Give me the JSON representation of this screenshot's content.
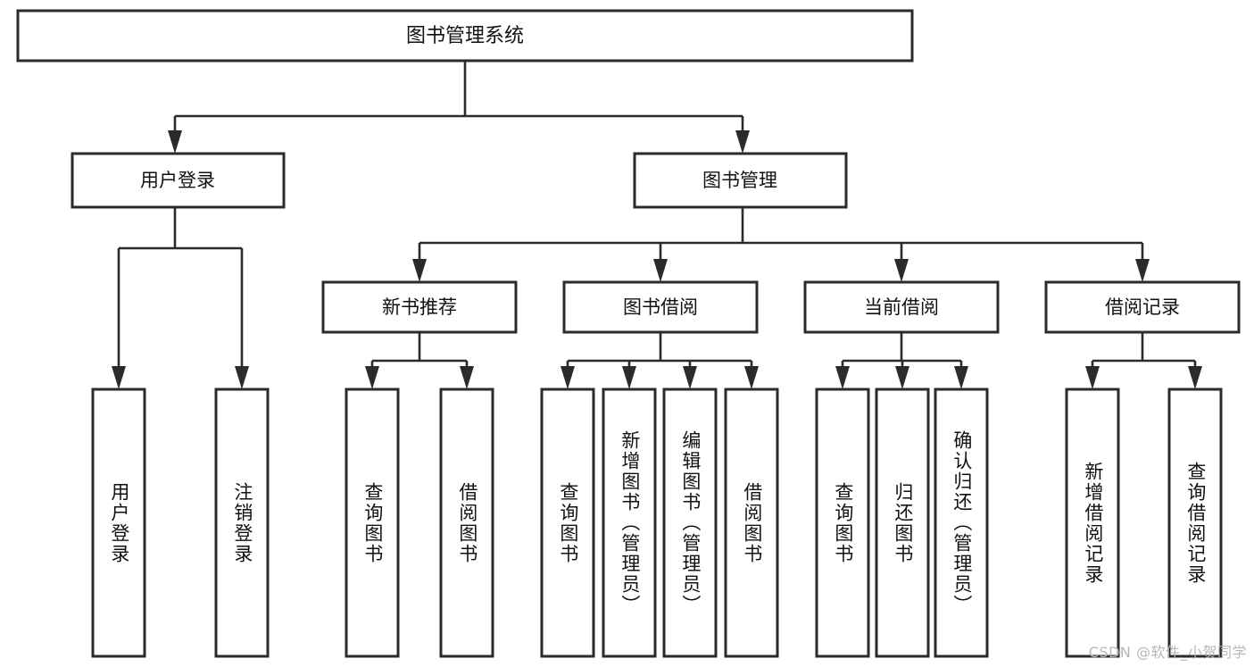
{
  "diagram": {
    "type": "tree",
    "title": "图书管理系统",
    "watermark": "CSDN @软件_小贺同学",
    "colors": {
      "box_stroke": "#2b2b2b",
      "box_fill": "#ffffff",
      "text": "#111111",
      "background": "#ffffff",
      "watermark": "#b7b7b7"
    },
    "nodes": {
      "root": {
        "label": "图书管理系统"
      },
      "level2": [
        {
          "id": "user-login",
          "label": "用户登录"
        },
        {
          "id": "book-manage",
          "label": "图书管理"
        }
      ],
      "level3": [
        {
          "id": "new-book-recommend",
          "label": "新书推荐"
        },
        {
          "id": "book-borrow",
          "label": "图书借阅"
        },
        {
          "id": "current-borrow",
          "label": "当前借阅"
        },
        {
          "id": "borrow-record",
          "label": "借阅记录"
        }
      ],
      "leaves": {
        "user_login": [
          {
            "id": "leaf-user-login",
            "label": "用户登录"
          },
          {
            "id": "leaf-user-logout",
            "label": "注销登录"
          }
        ],
        "new_book_recommend": [
          {
            "id": "leaf-query-book-1",
            "label": "查询图书"
          },
          {
            "id": "leaf-borrow-book-1",
            "label": "借阅图书"
          }
        ],
        "book_borrow": [
          {
            "id": "leaf-query-book-2",
            "label": "查询图书"
          },
          {
            "id": "leaf-add-book",
            "label": "新增图书（管理员）"
          },
          {
            "id": "leaf-edit-book",
            "label": "编辑图书（管理员）"
          },
          {
            "id": "leaf-borrow-book-2",
            "label": "借阅图书"
          }
        ],
        "current_borrow": [
          {
            "id": "leaf-query-book-3",
            "label": "查询图书"
          },
          {
            "id": "leaf-return-book",
            "label": "归还图书"
          },
          {
            "id": "leaf-confirm-return",
            "label": "确认归还（管理员）"
          }
        ],
        "borrow_record": [
          {
            "id": "leaf-add-record",
            "label": "新增借阅记录"
          },
          {
            "id": "leaf-query-record",
            "label": "查询借阅记录"
          }
        ]
      }
    }
  }
}
